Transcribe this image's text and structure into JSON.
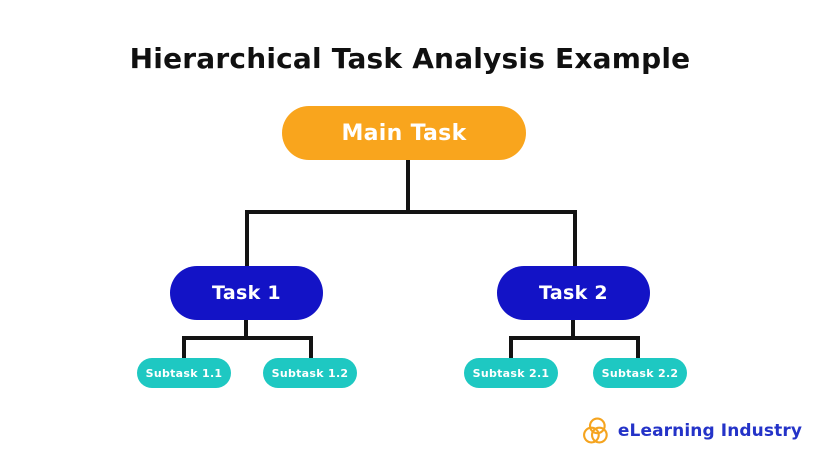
{
  "title": "Hierarchical Task Analysis Example",
  "diagram": {
    "root": {
      "label": "Main Task",
      "children": [
        {
          "label": "Task 1",
          "children": [
            {
              "label": "Subtask 1.1"
            },
            {
              "label": "Subtask 1.2"
            }
          ]
        },
        {
          "label": "Task 2",
          "children": [
            {
              "label": "Subtask 2.1"
            },
            {
              "label": "Subtask 2.2"
            }
          ]
        }
      ]
    }
  },
  "logo": {
    "text": "eLearning Industry"
  },
  "colors": {
    "main_task": "#F9A51D",
    "task": "#1313C6",
    "subtask": "#1EC8C2",
    "connector": "#131313",
    "title_text": "#101010",
    "logo_text": "#2433C8",
    "logo_icon": "#F5A41F",
    "background": "#FFFFFF"
  }
}
